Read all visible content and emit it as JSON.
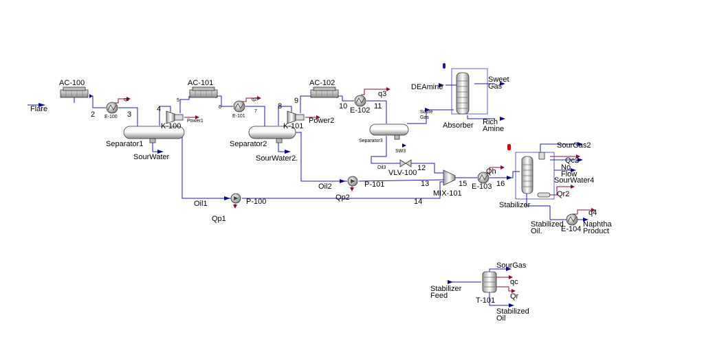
{
  "colors": {
    "material_stream": "#1a1aa6",
    "energy_stream": "#8b0a3c",
    "stream_arrow": "#0a0a8c"
  },
  "labels": {
    "flare": "Flare",
    "ac100": "AC-100",
    "ac101": "AC-101",
    "ac102": "AC-102",
    "e100": "E-100",
    "e101": "E-101",
    "e102": "E-102",
    "e103": "E-103",
    "e104": "E-104",
    "k100": "K-100",
    "k101": "K-101",
    "power1": "Power1",
    "power2": "Power2",
    "q1": "q1",
    "q2": "q2",
    "q3": "q3",
    "q4": "q4",
    "s2": "2",
    "s3": "3",
    "s4": "4",
    "s5": "5",
    "s6": "6",
    "s7": "7",
    "s8": "8",
    "s9": "9",
    "s10": "10",
    "s11": "11",
    "s12": "12",
    "s13": "13",
    "s14": "14",
    "s15": "15",
    "s16": "16",
    "separator1": "Separator1",
    "separator2": "Separator2",
    "separator3": "Separator3",
    "sourwater": "SourWater",
    "sourwater2": "SourWater2.",
    "sw3": "SW3",
    "oil1": "Oil1",
    "oil2": "Oil2",
    "oil3": "Oil3",
    "p100": "P-100",
    "p101": "P-101",
    "qp1": "Qp1",
    "qp2": "Qp2",
    "vlv100": "VLV-100",
    "mix101": "MIX-101",
    "deamine": "DEAmine",
    "sweet_gas_1": "Sweet",
    "sweet_gas_2": "Gas",
    "soure_gas_1": "Soure",
    "soure_gas_2": "Gas",
    "absorber": "Absorber",
    "rich_amine_1": "Rich",
    "rich_amine_2": "Amine",
    "qh": "Qh",
    "sourgas2": "SourGas2",
    "qc2": "Qc2",
    "no_flow_1": "No",
    "no_flow_2": "Flow",
    "sourwater4": "SourWater4",
    "stabilizer": "Stabilizer",
    "qr2": "Qr2",
    "stabilized_oil_1": "Stabilized",
    "stabilized_oil_2": "Oil.",
    "naphtha_1": "Naphtha",
    "naphtha_2": "Product",
    "stab_feed_1": "Stabilizer",
    "stab_feed_2": "Feed",
    "t101": "T-101",
    "sourgas": "SourGas",
    "qc": "qc",
    "qr": "Qr",
    "stab_oil_1": "Stabilized",
    "stab_oil_2": "Oil"
  }
}
